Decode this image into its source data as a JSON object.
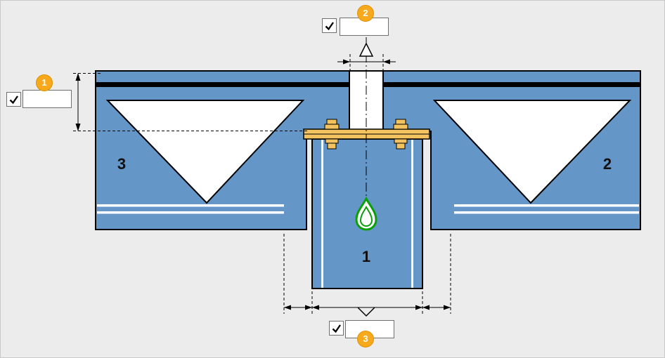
{
  "colors": {
    "background": "#ececec",
    "steel_blue": "#6496c8",
    "plate_orange": "#f3c35f",
    "badge_orange": "#f7a81b",
    "symbol_green": "#0aa00a"
  },
  "diagram": {
    "part_labels": {
      "column": "1",
      "right_slab": "2",
      "left_slab": "3"
    }
  },
  "controls": {
    "dim_left": {
      "badge": "1",
      "checked": true,
      "value": ""
    },
    "dim_top": {
      "badge": "2",
      "checked": true,
      "value": ""
    },
    "dim_bottom": {
      "badge": "3",
      "checked": true,
      "value": ""
    }
  }
}
